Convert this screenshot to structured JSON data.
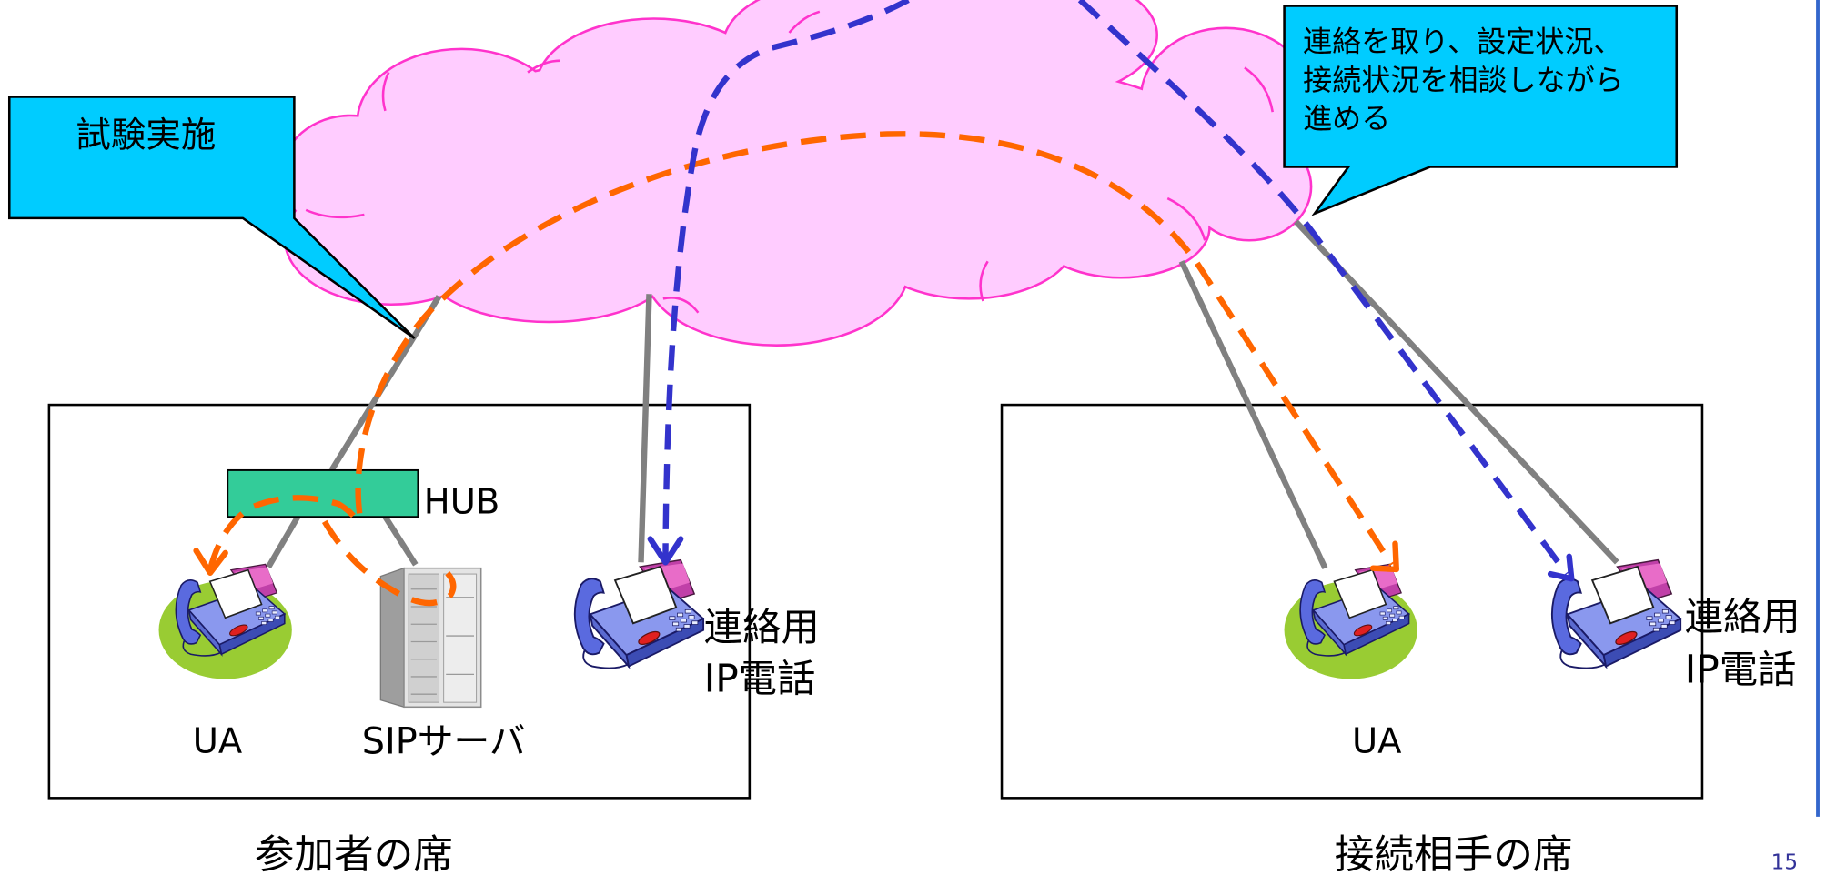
{
  "callouts": {
    "test_execution": {
      "text": "試験実施"
    },
    "coordination": {
      "lines": [
        "連絡を取り、設定状況、",
        "接続状況を相談しながら",
        "進める"
      ]
    }
  },
  "participant_seat": {
    "title": "参加者の席",
    "hub_label": "HUB",
    "ua_label": "UA",
    "sip_server_label": "SIPサーバ",
    "contact_phone_label": [
      "連絡用",
      "IP電話"
    ]
  },
  "partner_seat": {
    "title": "接続相手の席",
    "ua_label": "UA",
    "contact_phone_label": [
      "連絡用",
      "IP電話"
    ]
  },
  "slide": {
    "page_number": "15"
  },
  "icons": {
    "cloud": "network-cloud-icon",
    "hub": "hub-icon",
    "ua": "phone-icon",
    "contact_phone": "phone-icon",
    "server": "server-icon"
  },
  "colors": {
    "cloud_fill": "#FFCCFF",
    "cloud_border": "#FF33CC",
    "callout_fill": "#00CCFF",
    "hub_fill": "#33CC99",
    "test_call_path": "#FF6600",
    "contact_call_path": "#3333CC",
    "cable": "#808080",
    "ua_background": "#99CC33",
    "page_number": "#333399",
    "slide_edge": "#3366CC"
  }
}
